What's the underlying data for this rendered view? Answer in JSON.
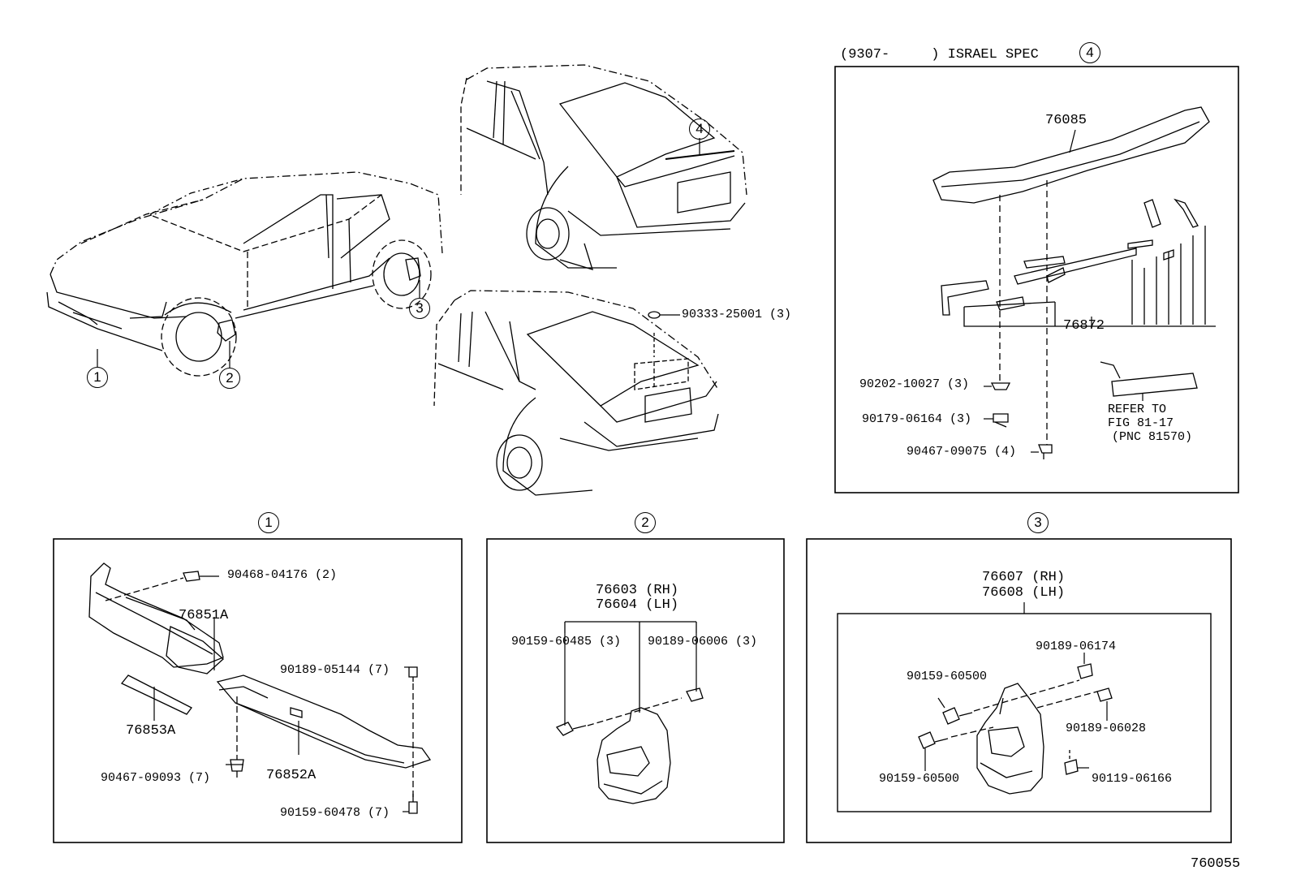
{
  "header": {
    "spec_code": "(9307-     ) ISRAEL SPEC",
    "figure_number": "760055"
  },
  "callouts": {
    "c1": "1",
    "c2": "2",
    "c3": "3",
    "c4": "4"
  },
  "overview": {
    "clip_label": "90333-25001 (3)"
  },
  "panel4": {
    "spoiler": "76085",
    "bracket": "76872",
    "nut": "90202-10027 (3)",
    "washer_bolt": "90179-06164 (3)",
    "clip": "90467-09075 (4)",
    "refer_1": "REFER TO",
    "refer_2": "FIG 81-17",
    "refer_3": "(PNC 81570)"
  },
  "panel1": {
    "retainer": "90468-04176 (2)",
    "extension": "76851A",
    "screw": "90189-05144 (7)",
    "cover": "76853A",
    "spoiler": "76852A",
    "clip": "90467-09093 (7)",
    "bolt": "90159-60478 (7)"
  },
  "panel2": {
    "mudguard_rh": "76603 (RH)",
    "mudguard_lh": "76604 (LH)",
    "bolt": "90159-60485 (3)",
    "screw": "90189-06006 (3)"
  },
  "panel3": {
    "mudguard_rh": "76607 (RH)",
    "mudguard_lh": "76608 (LH)",
    "nut": "90189-06174",
    "bolt_top": "90159-60500",
    "screw": "90189-06028",
    "bolt_bottom": "90159-60500",
    "screw2": "90119-06166"
  }
}
